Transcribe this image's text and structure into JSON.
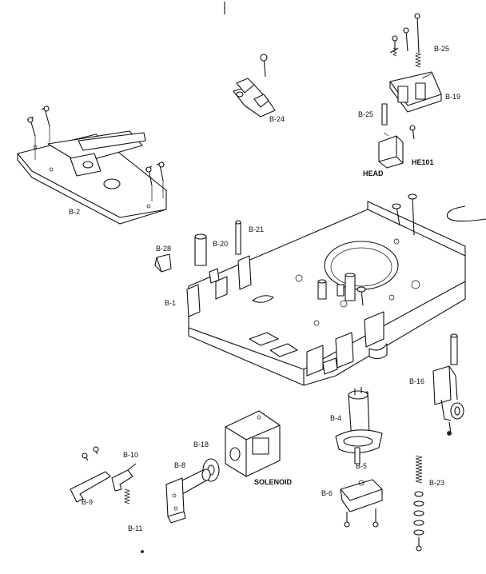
{
  "labels": {
    "b24": "B-24",
    "b25_top": "B-25",
    "b19": "B-19",
    "b25_left": "B-25",
    "head": "HEAD",
    "he101": "HE101",
    "b2": "B-2",
    "b28": "B-28",
    "b20": "B-20",
    "b21": "B-21",
    "b1": "B-1",
    "b16": "B-16",
    "b4": "B-4",
    "b5": "B-5",
    "b6_right": "B-6",
    "b23": "B-23",
    "b18": "B-18",
    "b8": "B-8",
    "b10": "B-10",
    "b9": "B-9",
    "b11": "B-11",
    "solenoid": "SOLENOID"
  }
}
